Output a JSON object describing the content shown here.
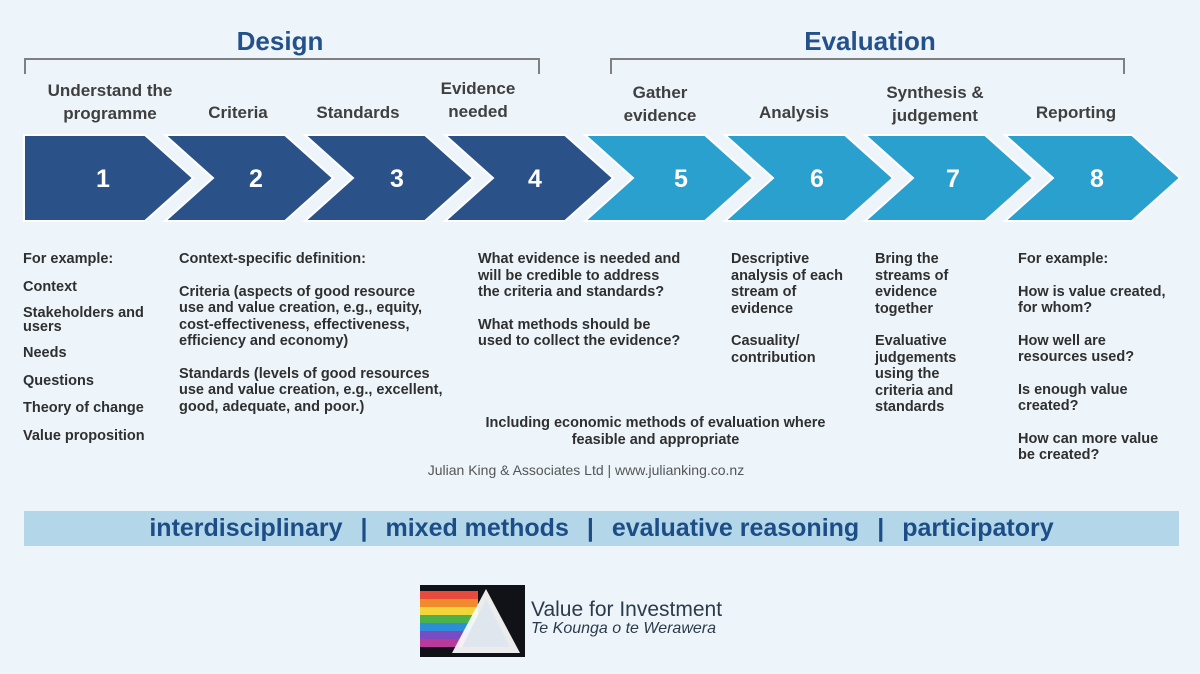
{
  "phases": {
    "design": "Design",
    "evaluation": "Evaluation"
  },
  "steps": [
    {
      "title": "Understand the programme",
      "number": "1"
    },
    {
      "title": "Criteria",
      "number": "2"
    },
    {
      "title": "Standards",
      "number": "3"
    },
    {
      "title": "Evidence needed",
      "number": "4"
    },
    {
      "title": "Gather evidence",
      "number": "5"
    },
    {
      "title": "Analysis",
      "number": "6"
    },
    {
      "title": "Synthesis & judgement",
      "number": "7"
    },
    {
      "title": "Reporting",
      "number": "8"
    }
  ],
  "colors": {
    "design_chevron": "#2b5189",
    "evaluation_chevron": "#2aa0cf",
    "heading": "#24518c",
    "band": "#b3d7e8"
  },
  "columns": {
    "c1": [
      "For example:",
      "Context",
      "Stakeholders and users",
      "Needs",
      "Questions",
      "Theory of change",
      "Value proposition"
    ],
    "c2": [
      "Context-specific definition:",
      "Criteria (aspects of good resource use and value creation, e.g., equity, cost-effectiveness, effectiveness, efficiency and economy)",
      "Standards (levels of good resources use and value creation, e.g., excellent, good, adequate, and poor.)"
    ],
    "c4": [
      "What evidence is needed and will be credible to address the criteria and standards?",
      "What methods should be used to collect the evidence?"
    ],
    "c6": [
      "Descriptive analysis of each stream of evidence",
      "Casuality/ contribution"
    ],
    "c7": [
      "Bring the streams of evidence together",
      "Evaluative judgements using the criteria and standards"
    ],
    "c8": [
      "For example:",
      "How is value created, for whom?",
      "How well are resources used?",
      "Is enough value created?",
      "How can more value be created?"
    ]
  },
  "economic_note": "Including economic methods of evaluation where feasible and appropriate",
  "credit": "Julian King & Associates Ltd | www.julianking.co.nz",
  "band": {
    "items": [
      "interdisciplinary",
      "mixed methods",
      "evaluative reasoning",
      "participatory"
    ],
    "separator": "|"
  },
  "logo": {
    "title": "Value for Investment",
    "subtitle": "Te Kounga o te Werawera"
  }
}
